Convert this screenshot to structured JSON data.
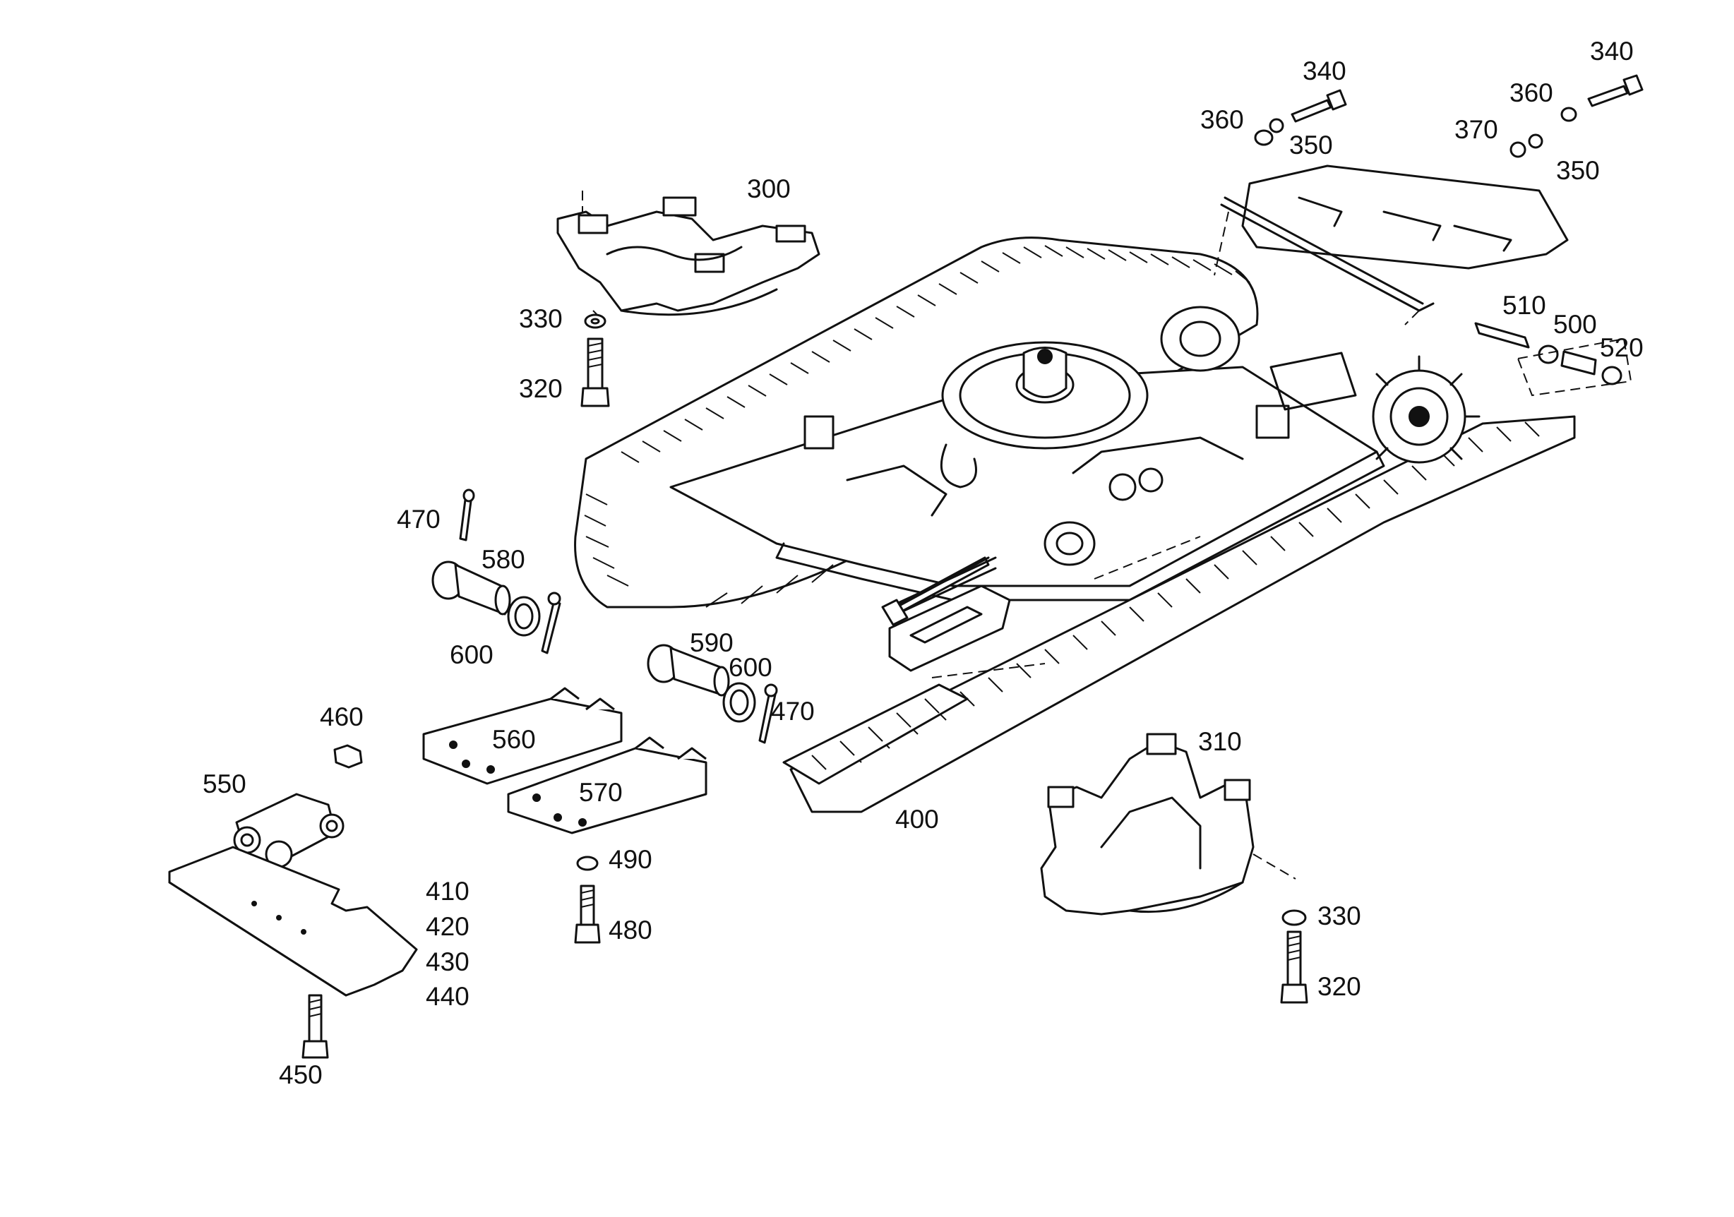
{
  "diagram": {
    "callouts": {
      "c300": "300",
      "c310": "310",
      "c320a": "320",
      "c320b": "320",
      "c330a": "330",
      "c330b": "330",
      "c340a": "340",
      "c340b": "340",
      "c350a": "350",
      "c350b": "350",
      "c360a": "360",
      "c360b": "360",
      "c370": "370",
      "c400": "400",
      "c410": "410",
      "c420": "420",
      "c430": "430",
      "c440": "440",
      "c450": "450",
      "c460": "460",
      "c470a": "470",
      "c470b": "470",
      "c480": "480",
      "c490": "490",
      "c500": "500",
      "c510": "510",
      "c520": "520",
      "c550": "550",
      "c560": "560",
      "c570": "570",
      "c580": "580",
      "c590": "590",
      "c600a": "600",
      "c600b": "600"
    },
    "colors": {
      "ink": "#111111",
      "paper": "#ffffff"
    }
  }
}
